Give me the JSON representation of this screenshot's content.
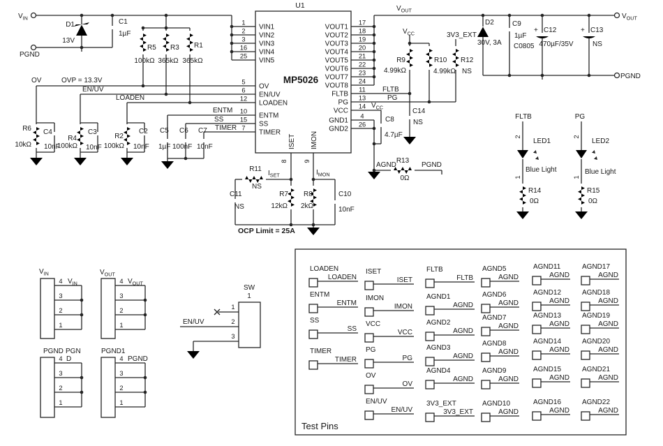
{
  "colors": {
    "line": "#232323",
    "text": "#161616",
    "background": "#ffffff"
  },
  "input": {
    "vin": {
      "main": "V",
      "sub": "IN"
    },
    "pgnd": "PGND",
    "d1": {
      "ref": "D1",
      "value": "13V"
    },
    "c1": {
      "ref": "C1",
      "value": "1µF"
    },
    "r5": {
      "ref": "R5",
      "value": "100kΩ"
    },
    "r3": {
      "ref": "R3",
      "value": "365kΩ"
    },
    "r1": {
      "ref": "R1",
      "value": "365kΩ"
    }
  },
  "protection": {
    "ov": "OV",
    "ovp_note": "OVP = 13.3V",
    "enuv": "EN/UV",
    "loaden": "LOADEN",
    "r6": {
      "ref": "R6",
      "value": "10kΩ"
    },
    "c4": {
      "ref": "C4",
      "value": "10nF"
    },
    "r4": {
      "ref": "R4",
      "value": "100kΩ"
    },
    "c3": {
      "ref": "C3",
      "value": "10nF"
    },
    "r2": {
      "ref": "R2",
      "value": "100kΩ"
    },
    "c2": {
      "ref": "C2",
      "value": "10nF"
    }
  },
  "timing": {
    "entm": "ENTM",
    "ss": "SS",
    "timer": "TIMER",
    "c5": {
      "ref": "C5",
      "value": "1µF"
    },
    "c6": {
      "ref": "C6",
      "value": "100nF"
    },
    "c7": {
      "ref": "C7",
      "value": "10nF"
    }
  },
  "ic": {
    "ref": "U1",
    "part": "MP5026",
    "left_pins": [
      {
        "num": "1",
        "name": "VIN1"
      },
      {
        "num": "2",
        "name": "VIN2"
      },
      {
        "num": "3",
        "name": "VIN3"
      },
      {
        "num": "16",
        "name": "VIN4"
      },
      {
        "num": "25",
        "name": "VIN5"
      },
      {
        "num": "5",
        "name": "OV"
      },
      {
        "num": "6",
        "name": "EN/UV"
      },
      {
        "num": "12",
        "name": "LOADEN"
      },
      {
        "num": "10",
        "name": "ENTM"
      },
      {
        "num": "15",
        "name": "SS"
      },
      {
        "num": "7",
        "name": "TIMER"
      }
    ],
    "right_pins": [
      {
        "num": "17",
        "name": "VOUT1"
      },
      {
        "num": "18",
        "name": "VOUT2"
      },
      {
        "num": "19",
        "name": "VOUT3"
      },
      {
        "num": "20",
        "name": "VOUT4"
      },
      {
        "num": "21",
        "name": "VOUT5"
      },
      {
        "num": "22",
        "name": "VOUT6"
      },
      {
        "num": "23",
        "name": "VOUT7"
      },
      {
        "num": "24",
        "name": "VOUT8"
      },
      {
        "num": "11",
        "name": "FLTB"
      },
      {
        "num": "13",
        "name": "PG"
      },
      {
        "num": "14",
        "name": "VCC"
      },
      {
        "num": "4",
        "name": "GND1"
      },
      {
        "num": "26",
        "name": "GND2"
      }
    ],
    "iset": {
      "num": "8",
      "name": "ISET"
    },
    "imon": {
      "num": "9",
      "name": "IMON"
    }
  },
  "current_set": {
    "iset_net": {
      "main": "I",
      "sub": "SET"
    },
    "imon_net": {
      "main": "I",
      "sub": "MON"
    },
    "r11": {
      "ref": "R11",
      "value": "NS"
    },
    "c11": {
      "ref": "C11",
      "value": "NS"
    },
    "r7": {
      "ref": "R7",
      "value": "12kΩ"
    },
    "r8": {
      "ref": "R8",
      "value": "2kΩ"
    },
    "c10": {
      "ref": "C10",
      "value": "10nF"
    },
    "ocp_note": "OCP Limit = 25A"
  },
  "vcc_gnd": {
    "vcc": {
      "main": "V",
      "sub": "CC"
    },
    "c8": {
      "ref": "C8",
      "value": "4.7µF"
    },
    "c14": {
      "ref": "C14",
      "value": "NS"
    },
    "agnd": "AGND",
    "r13": {
      "ref": "R13",
      "value": "0Ω"
    },
    "pgnd": "PGND"
  },
  "status": {
    "vcc": {
      "main": "V",
      "sub": "CC"
    },
    "r9": {
      "ref": "R9",
      "value": "4.99kΩ"
    },
    "r10": {
      "ref": "R10",
      "value": "4.99kΩ"
    },
    "r12": {
      "ref": "R12",
      "value": "NS"
    },
    "ext": "3V3_EXT",
    "fltb": "FLTB",
    "pg": "PG"
  },
  "output": {
    "rail": {
      "main": "V",
      "sub": "OUT"
    },
    "d2": {
      "ref": "D2",
      "value": "30V, 3A"
    },
    "c9": {
      "ref": "C9",
      "value": "1µF",
      "note": "C0805"
    },
    "c12": {
      "ref": "C12",
      "plus": "+",
      "value": "470µF/35V"
    },
    "c13": {
      "ref": "C13",
      "plus": "+",
      "value": "NS"
    },
    "vout_term": {
      "main": "V",
      "sub": "OUT"
    },
    "pgnd_term": "PGND"
  },
  "leds": {
    "led1": {
      "net": "FLTB",
      "ref": "LED1",
      "pin_top": "2",
      "pin_bottom": "1",
      "light": "Blue Light",
      "res": {
        "ref": "R14",
        "value": "0Ω"
      }
    },
    "led2": {
      "net": "PG",
      "ref": "LED2",
      "pin_top": "2",
      "pin_bottom": "1",
      "light": "Blue Light",
      "res": {
        "ref": "R15",
        "value": "0Ω"
      }
    }
  },
  "switch": {
    "ref": "SW",
    "num": "1",
    "pin1": "1",
    "pin2": "2",
    "pin3": "3",
    "net": "EN/UV"
  },
  "connectors": {
    "vin": {
      "title": {
        "main": "V",
        "sub": "IN"
      },
      "net": {
        "main": "V",
        "sub": "IN"
      },
      "pins": [
        "4",
        "3",
        "2",
        "1"
      ]
    },
    "vout": {
      "title": {
        "main": "V",
        "sub": "OUT"
      },
      "net": {
        "main": "V",
        "sub": "OUT"
      },
      "pins": [
        "4",
        "3",
        "2",
        "1"
      ]
    },
    "pgnd": {
      "title": "PGND",
      "net_line1": "PGN",
      "net_line2": "D",
      "pins": [
        "4",
        "3",
        "2",
        "1"
      ]
    },
    "pgnd1": {
      "title": "PGND1",
      "net": "PGND",
      "pins": [
        "4",
        "3",
        "2",
        "1"
      ]
    }
  },
  "test_pins": {
    "caption": "Test Pins",
    "cols": [
      [
        {
          "t": "LOADEN",
          "n": "LOADEN"
        },
        {
          "t": "ENTM",
          "n": "ENTM"
        },
        {
          "t": "SS",
          "n": "SS"
        },
        {
          "t": "TIMER",
          "n": "TIMER"
        }
      ],
      [
        {
          "t": "ISET",
          "n": "ISET"
        },
        {
          "t": "IMON",
          "n": "IMON"
        },
        {
          "t": "VCC",
          "n": "VCC"
        },
        {
          "t": "PG",
          "n": "PG"
        },
        {
          "t": "OV",
          "n": "OV"
        },
        {
          "t": "EN/UV",
          "n": "EN/UV"
        }
      ],
      [
        {
          "t": "FLTB",
          "n": "FLTB"
        },
        {
          "t": "AGND1",
          "n": "AGND"
        },
        {
          "t": "AGND2",
          "n": "AGND"
        },
        {
          "t": "AGND3",
          "n": "AGND"
        },
        {
          "t": "AGND4",
          "n": "AGND"
        },
        {
          "t": "3V3_EXT",
          "n": "3V3_EXT"
        }
      ],
      [
        {
          "t": "AGND5",
          "n": "AGND"
        },
        {
          "t": "AGND6",
          "n": "AGND"
        },
        {
          "t": "AGND7",
          "n": "AGND"
        },
        {
          "t": "AGND8",
          "n": "AGND"
        },
        {
          "t": "AGND9",
          "n": "AGND"
        },
        {
          "t": "AGND10",
          "n": "AGND"
        }
      ],
      [
        {
          "t": "AGND11",
          "n": "AGND"
        },
        {
          "t": "AGND12",
          "n": "AGND"
        },
        {
          "t": "AGND13",
          "n": "AGND"
        },
        {
          "t": "AGND14",
          "n": "AGND"
        },
        {
          "t": "AGND15",
          "n": "AGND"
        },
        {
          "t": "AGND16",
          "n": "AGND"
        }
      ],
      [
        {
          "t": "AGND17",
          "n": "AGND"
        },
        {
          "t": "AGND18",
          "n": "AGND"
        },
        {
          "t": "AGND19",
          "n": "AGND"
        },
        {
          "t": "AGND20",
          "n": "AGND"
        },
        {
          "t": "AGND21",
          "n": "AGND"
        },
        {
          "t": "AGND22",
          "n": "AGND"
        }
      ]
    ]
  }
}
